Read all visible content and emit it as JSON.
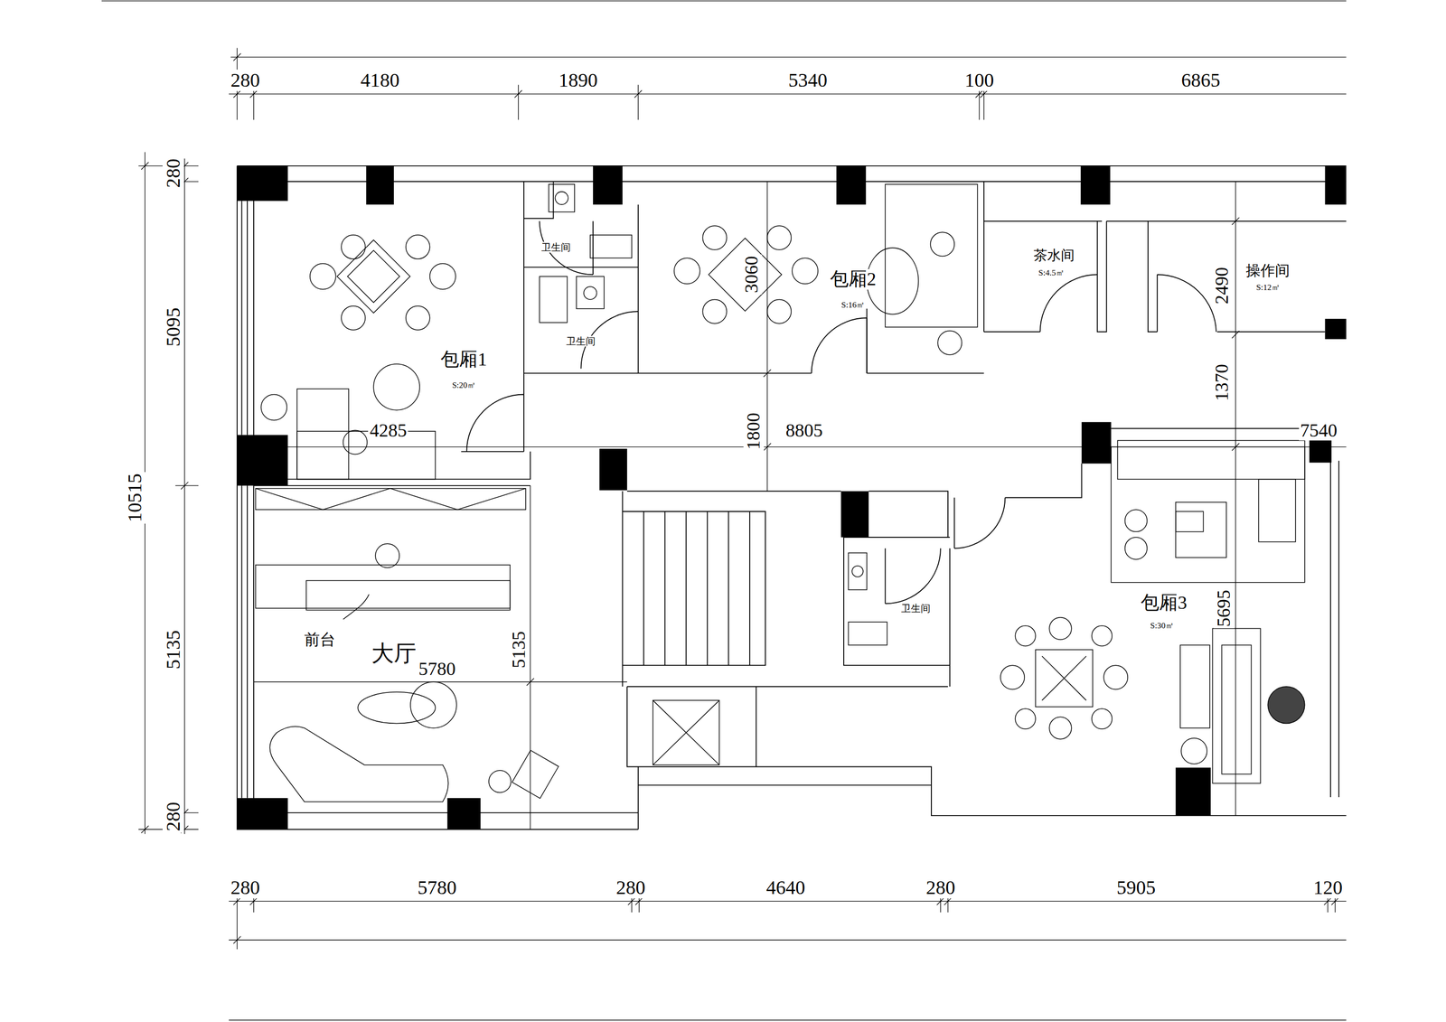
{
  "diagram": {
    "labels": [
      "280",
      "4180",
      "1890",
      "5340",
      "100",
      "6865",
      "280",
      "5095",
      "10515",
      "5135",
      "280",
      "卫生间",
      "3060",
      "包厢2",
      "S:16㎡",
      "茶水间",
      "S:4.5㎡",
      "2490",
      "操作间",
      "S:12㎡",
      "卫生间",
      "包厢1",
      "S:20㎡",
      "4285",
      "1800",
      "8805",
      "1370",
      "7540",
      "卫生间",
      "包厢3",
      "S:30㎡",
      "5695",
      "前台",
      "大厅",
      "5780",
      "5135",
      "280",
      "5780",
      "280",
      "4640",
      "280",
      "5905",
      "120"
    ]
  }
}
